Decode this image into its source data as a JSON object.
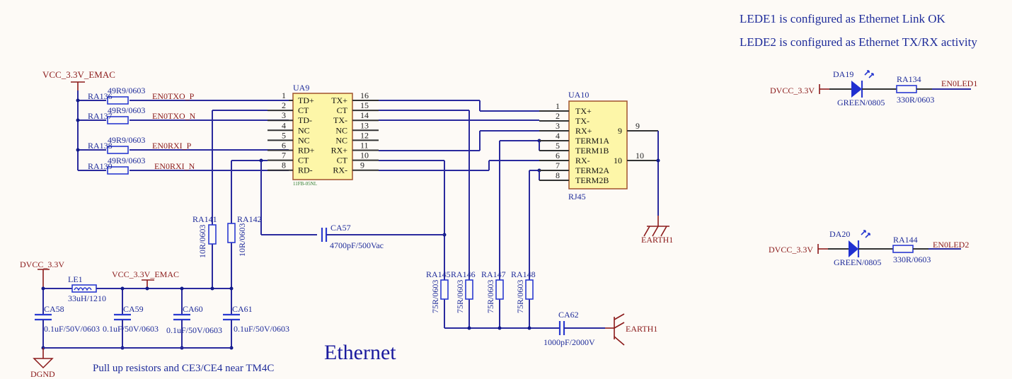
{
  "title": "Ethernet",
  "notes": {
    "lede1": "LEDE1 is configured as Ethernet Link OK",
    "lede2": "LEDE2 is configured as Ethernet TX/RX activity",
    "pullup": "Pull up resistors and CE3/CE4 near TM4C"
  },
  "nets": {
    "vcc_emac_top": "VCC_3.3V_EMAC",
    "vcc_emac_bottom": "VCC_3.3V_EMAC",
    "dvcc_left": "DVCC_3.3V",
    "dvcc_led1": "DVCC_3.3V",
    "dvcc_led2": "DVCC_3.3V",
    "dgnd": "DGND",
    "earth_rj45": "EARTH1",
    "earth_cap": "EARTH1",
    "en0txo_p": "EN0TXO_P",
    "en0txo_n": "EN0TXO_N",
    "en0rxi_p": "EN0RXI_P",
    "en0rxi_n": "EN0RXI_N",
    "en0led1": "EN0LED1",
    "en0led2": "EN0LED2"
  },
  "termination_resistors": [
    {
      "ref": "RA136",
      "value": "49R9/0603"
    },
    {
      "ref": "RA137",
      "value": "49R9/0603"
    },
    {
      "ref": "RA138",
      "value": "49R9/0603"
    },
    {
      "ref": "RA139",
      "value": "49R9/0603"
    }
  ],
  "ua9": {
    "ref": "UA9",
    "part": "11FB-05NL",
    "left_pins": [
      {
        "num": "1",
        "name": "TD+"
      },
      {
        "num": "2",
        "name": "CT"
      },
      {
        "num": "3",
        "name": "TD-"
      },
      {
        "num": "4",
        "name": "NC"
      },
      {
        "num": "5",
        "name": "NC"
      },
      {
        "num": "6",
        "name": "RD+"
      },
      {
        "num": "7",
        "name": "CT"
      },
      {
        "num": "8",
        "name": "RD-"
      }
    ],
    "right_pins": [
      {
        "num": "16",
        "name": "TX+"
      },
      {
        "num": "15",
        "name": "CT"
      },
      {
        "num": "14",
        "name": "TX-"
      },
      {
        "num": "13",
        "name": "NC"
      },
      {
        "num": "12",
        "name": "NC"
      },
      {
        "num": "11",
        "name": "RX+"
      },
      {
        "num": "10",
        "name": "CT"
      },
      {
        "num": "9",
        "name": "RX-"
      }
    ]
  },
  "ua10": {
    "ref": "UA10",
    "part": "RJ45",
    "left_pins": [
      {
        "num": "1",
        "name": "TX+"
      },
      {
        "num": "2",
        "name": "TX-"
      },
      {
        "num": "3",
        "name": "RX+"
      },
      {
        "num": "4",
        "name": "TERM1A"
      },
      {
        "num": "5",
        "name": "TERM1B"
      },
      {
        "num": "6",
        "name": "RX-"
      },
      {
        "num": "7",
        "name": "TERM2A"
      },
      {
        "num": "8",
        "name": "TERM2B"
      }
    ],
    "right_pins": [
      {
        "num": "9",
        "name": "9"
      },
      {
        "num": "10",
        "name": "10"
      }
    ],
    "right_pin_labels": [
      "9",
      "10"
    ]
  },
  "pullups": [
    {
      "ref": "RA141",
      "value": "10R/0603"
    },
    {
      "ref": "RA142",
      "value": "10R/0603"
    }
  ],
  "ca57": {
    "ref": "CA57",
    "value": "4700pF/500Vac"
  },
  "bob_smith": [
    {
      "ref": "RA145",
      "value": "75R/0603"
    },
    {
      "ref": "RA146",
      "value": "75R/0603"
    },
    {
      "ref": "RA147",
      "value": "75R/0603"
    },
    {
      "ref": "RA148",
      "value": "75R/0603"
    }
  ],
  "ca62": {
    "ref": "CA62",
    "value": "1000pF/2000V"
  },
  "le1": {
    "ref": "LE1",
    "value": "33uH/1210"
  },
  "decoupling": [
    {
      "ref": "CA58",
      "value": "0.1uF/50V/0603"
    },
    {
      "ref": "CA59",
      "value": "0.1uF/50V/0603"
    },
    {
      "ref": "CA60",
      "value": "0.1uF/50V/0603"
    },
    {
      "ref": "CA61",
      "value": "0.1uF/50V/0603"
    }
  ],
  "led1": {
    "diode": "DA19",
    "diode_value": "GREEN/0805",
    "res": "RA134",
    "res_value": "330R/0603"
  },
  "led2": {
    "diode": "DA20",
    "diode_value": "GREEN/0805",
    "res": "RA144",
    "res_value": "330R/0603"
  },
  "colors": {
    "wire": "#2a2a9e",
    "power": "#8b1a1a",
    "ic_fill": "#fdf6a8",
    "text": "#1f2c9a"
  }
}
